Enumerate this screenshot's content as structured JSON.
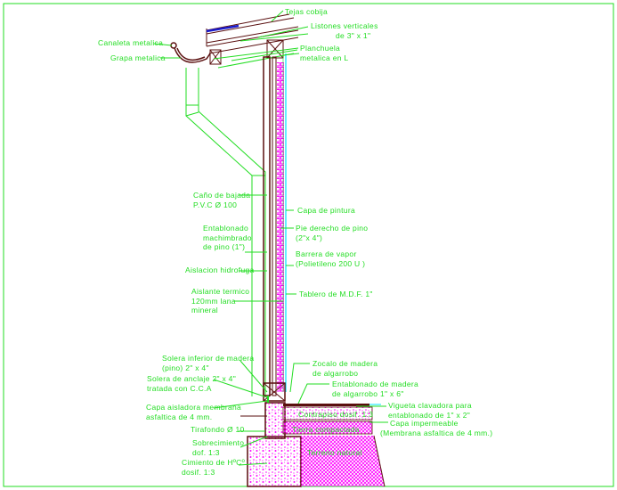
{
  "colors": {
    "label": "#22dd22",
    "wood": "#5a0f0f",
    "insulation": "#ff00ff",
    "vapor_barrier": "#00e5ff",
    "roof_tile": "#1a1acc"
  },
  "labels": {
    "tejas": [
      "Tejas cobija"
    ],
    "listones": [
      "Listones verticales",
      "de 3\" x 1\""
    ],
    "canaleta": [
      "Canaleta metalica"
    ],
    "planchuela": [
      "Planchuela",
      "metalica en L"
    ],
    "grapa": [
      "Grapa metalica"
    ],
    "cano": [
      "Caño de bajada",
      "P.V.C Ø 100"
    ],
    "pintura": [
      "Capa de pintura"
    ],
    "pie": [
      "Pie derecho de pino",
      "(2\"x 4\")"
    ],
    "entablonado": [
      "Entablonado",
      "machimbrado",
      "de pino (1\")"
    ],
    "barrera": [
      "Barrera de vapor",
      "(Polietileno 200 U )"
    ],
    "hidrofuga": [
      "Aislacion hidrofuga"
    ],
    "aislante": [
      "Aislante termico",
      "120mm lana",
      "mineral"
    ],
    "mdf": [
      "Tablero de M.D.F. 1\""
    ],
    "solera_inf": [
      "Solera inferior de madera",
      "(pino) 2\" x 4\""
    ],
    "zocalo": [
      "Zocalo de madera",
      "de algarrobo"
    ],
    "solera_anc": [
      "Solera de anclaje 2\" x 4\"",
      "tratada con C.C.A"
    ],
    "entab_madera": [
      "Entablonado de madera",
      "de algarrobo 1\" x 6\""
    ],
    "capa_aisl": [
      "Capa aisladora membrana",
      "asfaltica de 4 mm."
    ],
    "vigueta": [
      "Vigueta clavadora para",
      "entablonado de 1\" x 2\""
    ],
    "contrapiso": [
      "Contrapiso dosif. 1:3"
    ],
    "capa_imp": [
      "Capa impermeable",
      "(Membrana asfaltica de 4 mm.)"
    ],
    "tirafondo": [
      "Tirafondo Ø 10"
    ],
    "tierra": [
      "Tierra compactada"
    ],
    "sobrecimiento": [
      "Sobrecimiento",
      "dof. 1:3"
    ],
    "terreno": [
      "Terreno natural"
    ],
    "cimiento": [
      "Cimiento de HºCº",
      "dosif. 1:3"
    ]
  }
}
